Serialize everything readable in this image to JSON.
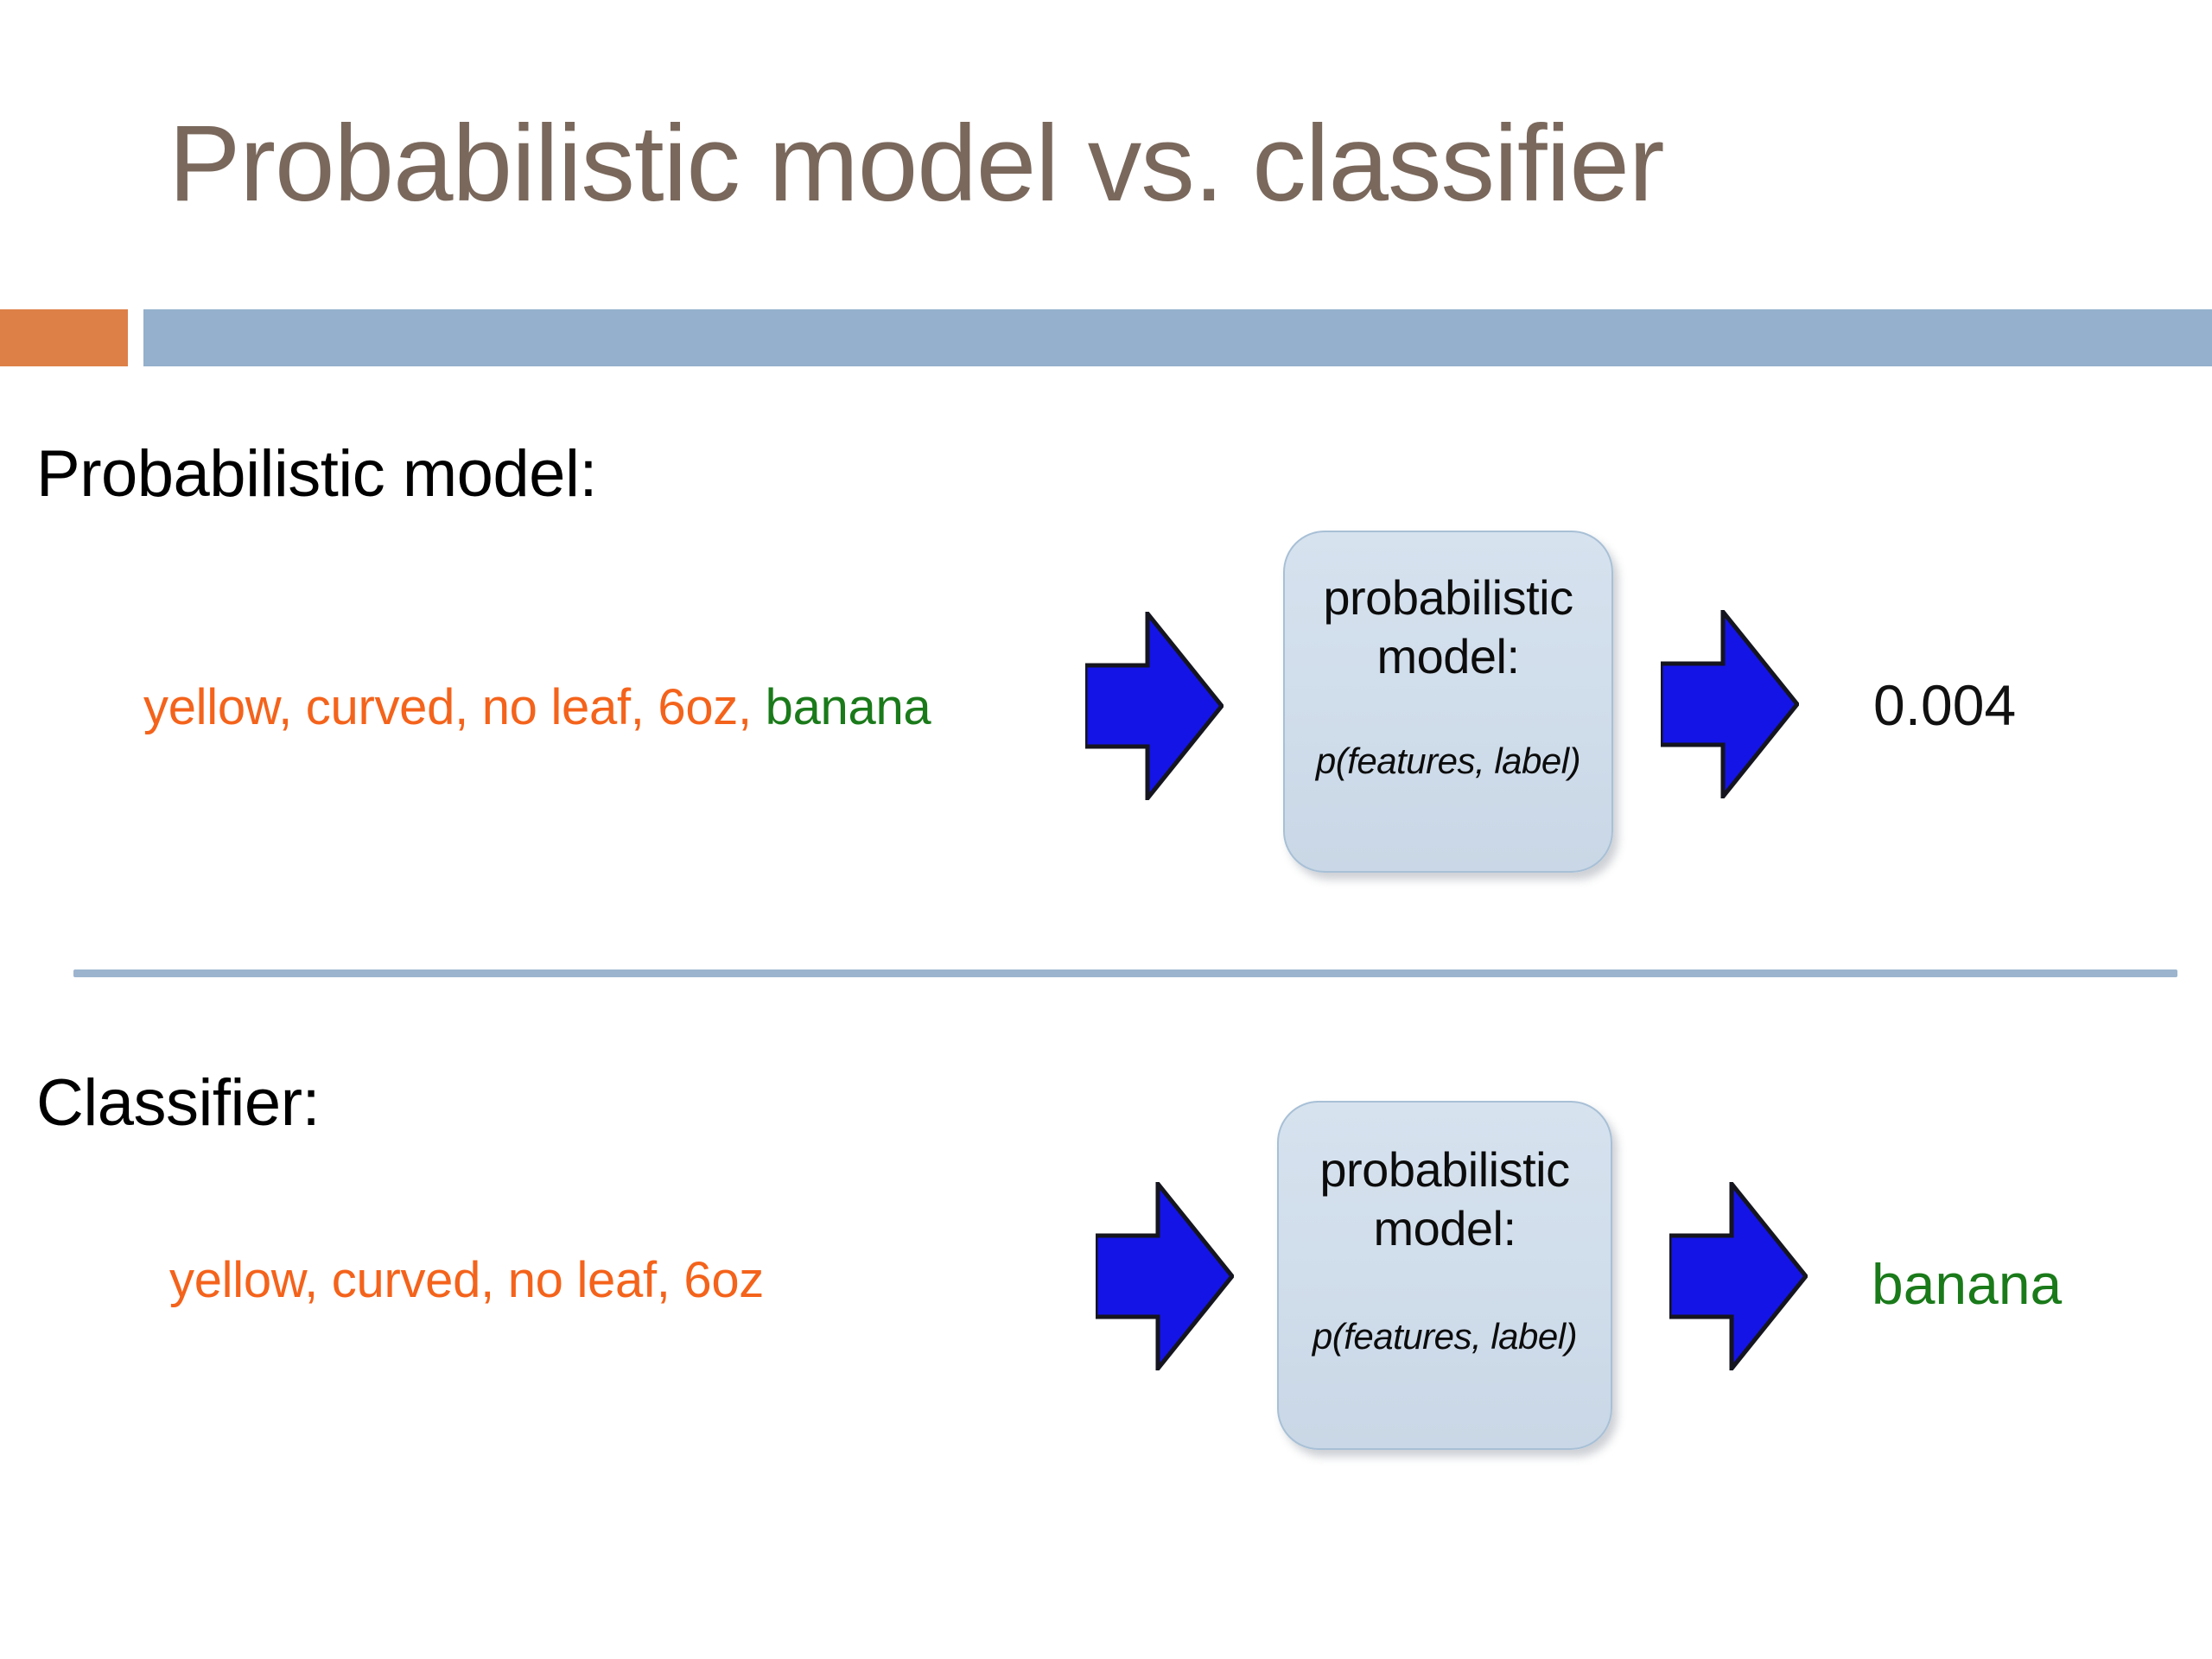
{
  "slide": {
    "title": "Probabilistic model vs. classifier",
    "background_color": "#ffffff",
    "title_color": "#7a685c"
  },
  "accent_bars": {
    "orange_color": "#dd8047",
    "blue_color": "#94b0cc"
  },
  "divider": {
    "color": "#9cb4ce"
  },
  "sections": [
    {
      "heading": "Probabilistic model:",
      "features_orange": "yellow, curved, no leaf, 6oz,",
      "features_green": "banana",
      "box_title": "probabilistic model:",
      "box_formula": "p(features, label)",
      "output": "0.004",
      "output_color": "#111111",
      "arrow_in": "right-arrow-icon",
      "arrow_out": "right-arrow-icon"
    },
    {
      "heading": "Classifier:",
      "features_orange": "yellow, curved, no leaf, 6oz",
      "features_green": "",
      "box_title": "probabilistic model:",
      "box_formula": "p(features, label)",
      "output": "banana",
      "output_color": "#1a7a1a",
      "arrow_in": "right-arrow-icon",
      "arrow_out": "right-arrow-icon"
    }
  ],
  "colors": {
    "feature_orange": "#f4631b",
    "label_green": "#1a7a1a",
    "arrow_blue": "#1414e6",
    "box_fill": "#cfdcea",
    "box_border": "#a8c0d6"
  }
}
